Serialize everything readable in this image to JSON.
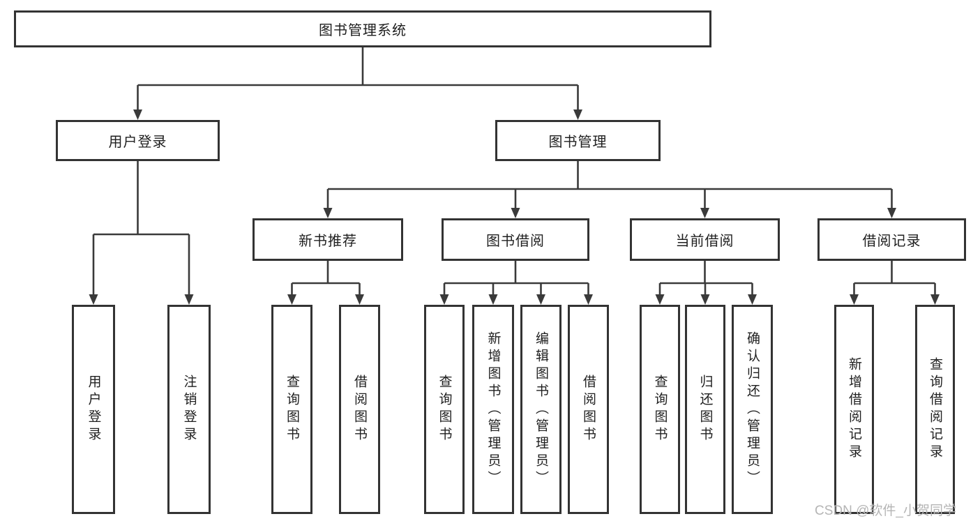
{
  "diagram": {
    "colors": {
      "line": "#3a3a3a",
      "box-border": "#333333",
      "text": "#1f1f1f",
      "watermark": "#b5b5b5"
    },
    "watermark": "CSDN @软件_小贺同学",
    "nodes": {
      "root": "图书管理系统",
      "login": "用户登录",
      "manage": "图书管理",
      "recommend": "新书推荐",
      "borrow": "图书借阅",
      "current": "当前借阅",
      "records": "借阅记录",
      "leaves": {
        "login_user": "用户登录",
        "login_logout": "注销登录",
        "recommend_query": "查询图书",
        "recommend_borrow": "借阅图书",
        "borrow_query": "查询图书",
        "borrow_add": "新增图书（管理员）",
        "borrow_edit": "编辑图书（管理员）",
        "borrow_borrow": "借阅图书",
        "current_query": "查询图书",
        "current_return": "归还图书",
        "current_confirm": "确认归还（管理员）",
        "record_add": "新增借阅记录",
        "record_query": "查询借阅记录"
      }
    }
  }
}
